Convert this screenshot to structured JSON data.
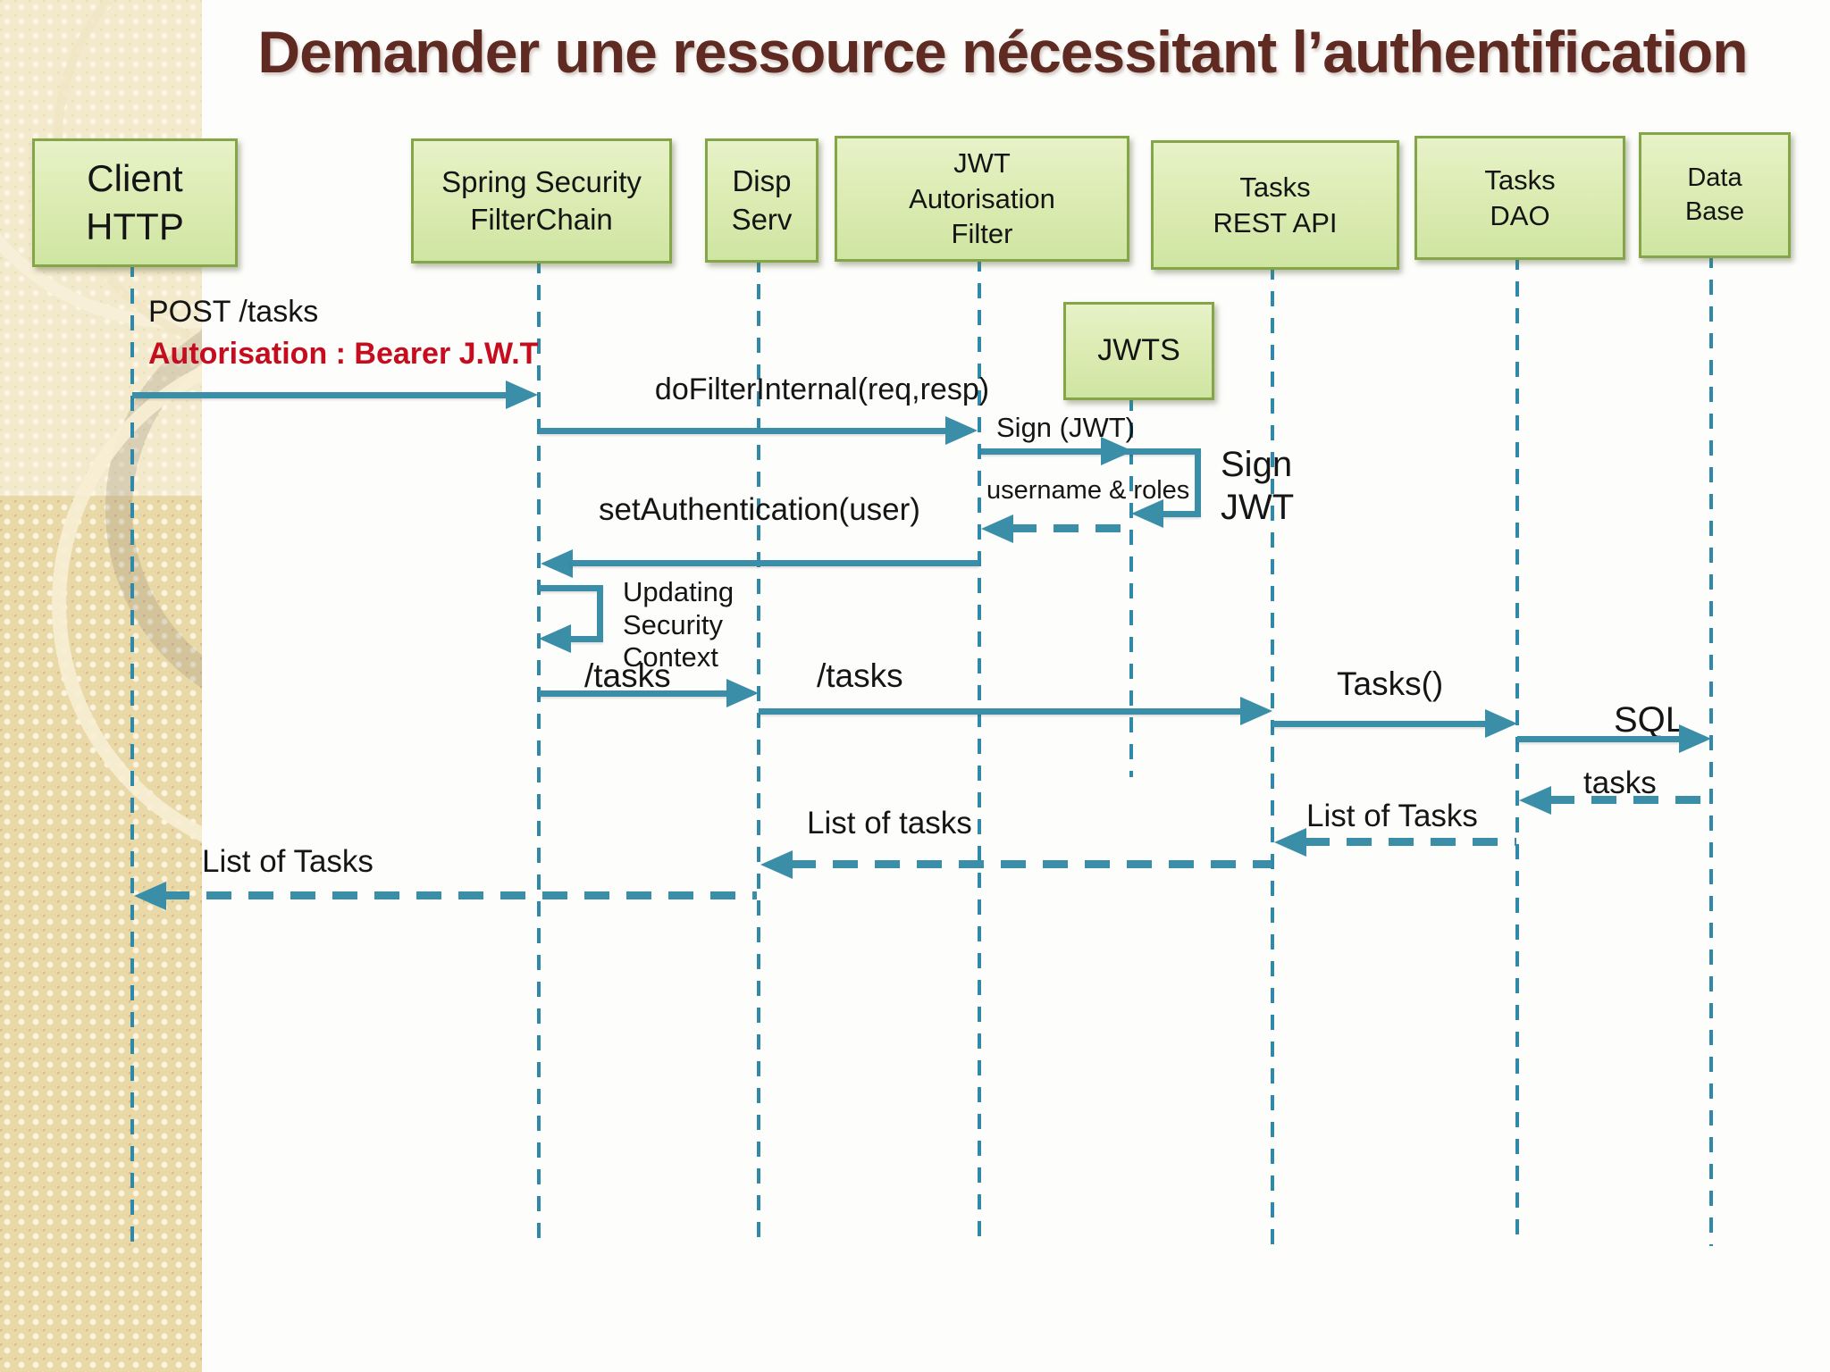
{
  "title": "Demander une ressource nécessitant l’authentification",
  "actors": [
    {
      "name": "Client\nHTTP"
    },
    {
      "name": "Spring Security\nFilterChain"
    },
    {
      "name": "Disp\nServ"
    },
    {
      "name": "JWT\nAutorisation\nFilter"
    },
    {
      "name": "Tasks\nREST API"
    },
    {
      "name": "Tasks\nDAO"
    },
    {
      "name": "Data\nBase"
    },
    {
      "name": "JWTS"
    }
  ],
  "messages": {
    "post_tasks": "POST /tasks",
    "autorisation": "Autorisation : Bearer J.W.T",
    "do_filter": "doFilterInternal(req,resp)",
    "sign_jwt_call": "Sign (JWT)",
    "sign_jwt_self": "Sign\nJWT",
    "username_roles": "username & roles",
    "set_authentication": "setAuthentication(user)",
    "updating_security_context": "Updating\nSecurity\nContext",
    "tasks_to_disp": "/tasks",
    "tasks_to_rest": "/tasks",
    "tasks_call": "Tasks()",
    "sql": "SQL",
    "tasks_return": "tasks",
    "list_of_tasks_dao": "List of Tasks",
    "list_of_tasks_rest": "List of tasks",
    "list_of_tasks_client": "List of Tasks"
  },
  "colors": {
    "title": "#5e2a21",
    "highlight_red": "#c60d1f",
    "arrow_teal": "#3a8ea8",
    "lifeline_teal": "#3089a8",
    "box_fill_top": "#e7f2c8",
    "box_fill_bottom": "#cfe5a2",
    "box_border": "#84a548",
    "sidebar_tan": "#e9d8a8"
  }
}
